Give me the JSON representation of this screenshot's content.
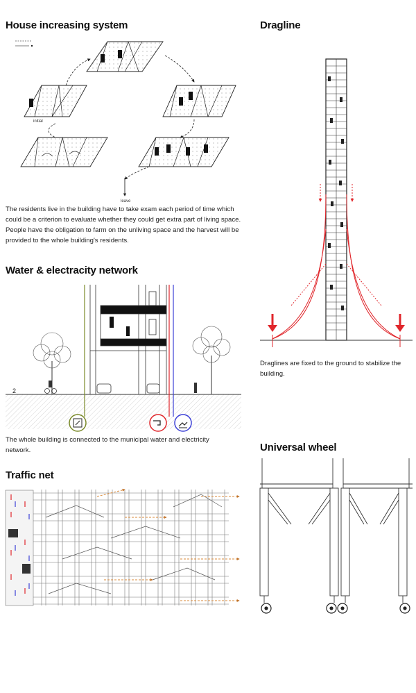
{
  "house_system": {
    "title": "House increasing system",
    "label_initial": "initial",
    "label_leave": "leave",
    "description": "The residents live in the building have to take exam each period of time which could be a criterion to evaluate whether they could get extra part of living space. People have the obligation to farm on the unliving space and the harvest will be provided to the whole building's residents."
  },
  "water_network": {
    "title": "Water & electracity network",
    "level_label": "2",
    "description": "The whole building is connected to the municipal water and electricity network."
  },
  "traffic": {
    "title": "Traffic net"
  },
  "dragline": {
    "title": "Dragline",
    "description": "Draglines are fixed to the ground to stabilize the building."
  },
  "wheel": {
    "title": "Universal wheel"
  },
  "colors": {
    "red": "#e0262b",
    "blue": "#3b3fd6",
    "olive": "#7a8a2a",
    "orange": "#d98a3a",
    "grey": "#888888"
  }
}
